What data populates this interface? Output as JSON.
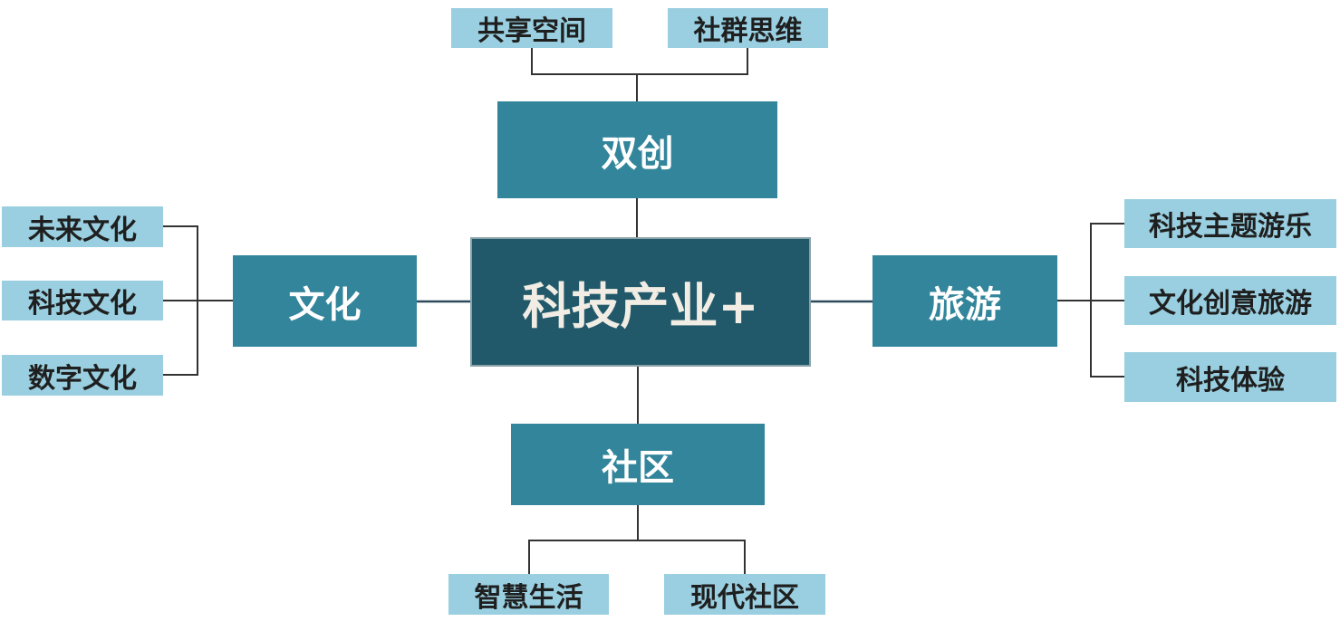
{
  "center": {
    "label": "科技产业+"
  },
  "branches": {
    "top": {
      "label": "双创",
      "children": [
        "共享空间",
        "社群思维"
      ]
    },
    "left": {
      "label": "文化",
      "children": [
        "未来文化",
        "科技文化",
        "数字文化"
      ]
    },
    "right": {
      "label": "旅游",
      "children": [
        "科技主题游乐",
        "文化创意旅游",
        "科技体验"
      ]
    },
    "bottom": {
      "label": "社区",
      "children": [
        "智慧生活",
        "现代社区"
      ]
    }
  },
  "colors": {
    "center_fill": "#22596a",
    "center_text": "#f1ede4",
    "branch_fill": "#33859b",
    "branch_text": "#ffffff",
    "leaf_fill": "#99cfe0",
    "leaf_text": "#1f1f1f",
    "connector": "#333333",
    "center_connector": "#2c4a5a"
  }
}
